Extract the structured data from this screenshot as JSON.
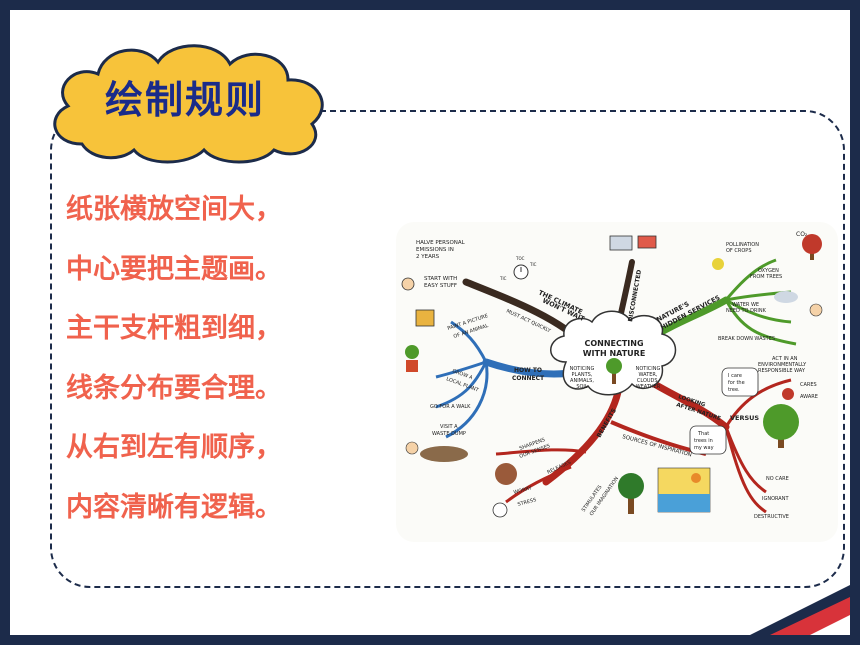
{
  "title": "绘制规则",
  "rules": [
    "纸张横放空间大，",
    "中心要把主题画。",
    "主干支杆粗到细，",
    "线条分布要合理。",
    "从右到左有顺序，",
    "内容清晰有逻辑。"
  ],
  "mindmap": {
    "center": [
      "CONNECTING",
      "WITH NATURE"
    ],
    "center_left": [
      "NOTICING",
      "PLANTS,",
      "ANIMALS,",
      "SOIL"
    ],
    "center_right": [
      "NOTICING",
      "WATER,",
      "CLOUDS,",
      "WEATHER"
    ],
    "branches": {
      "climate": [
        "THE CLIMATE",
        "WON'T WAIT"
      ],
      "act_quickly": "MUST ACT QUICKLY",
      "halve": [
        "HALVE PERSONAL",
        "EMISSIONS IN",
        "2 YEARS"
      ],
      "start": [
        "START WITH",
        "EASY STUFF"
      ],
      "tic1": "TIC",
      "toc": "TOC",
      "tic2": "TIC",
      "disconnected": "DISCONNECTED",
      "hidden": [
        "NATURE'S",
        "HIDDEN SERVICES"
      ],
      "pollination": [
        "POLLINATION",
        "OF CROPS"
      ],
      "oxygen": [
        "OXYGEN",
        "FROM TREES"
      ],
      "water": [
        "WATER WE",
        "NEED TO DRINK"
      ],
      "waste": "BREAK DOWN WASTES",
      "co2": "CO₂",
      "how": [
        "HOW TO",
        "CONNECT"
      ],
      "paint": [
        "PAINT A PICTURE",
        "OF AN ANIMAL"
      ],
      "grow": [
        "GROW A",
        "LOCAL PLANT"
      ],
      "walk": "GO FOR A WALK",
      "dump": [
        "VISIT A",
        "WASTE DUMP"
      ],
      "looking": [
        "LOOKING",
        "AFTER NATURE"
      ],
      "act": [
        "ACT IN AN",
        "ENVIRONMENTALLY",
        "RESPONSIBLE WAY"
      ],
      "cares": "CARES",
      "aware": "AWARE",
      "versus": "VERSUS",
      "icare": [
        "I care",
        "for the",
        "tree."
      ],
      "inmyway": [
        "That",
        "trees in",
        "my way"
      ],
      "nocare": "NO CARE",
      "ignorant": "IGNORANT",
      "destructive": "DESTRUCTIVE",
      "benefits": "BENEFITS",
      "sources": "SOURCES OF INSPIRATION",
      "sharpens": [
        "SHARPENS",
        "OUR SENSES"
      ],
      "releases": "RELEASES",
      "worry": "WORRY",
      "stress": "STRESS",
      "stimulates": [
        "STIMULATES",
        "OUR IMAGINATION"
      ]
    }
  },
  "colors": {
    "title": "#1a2b8a",
    "rules": "#f0624d",
    "cloud": "#f7c33a",
    "frame": "#1c2b4a"
  }
}
